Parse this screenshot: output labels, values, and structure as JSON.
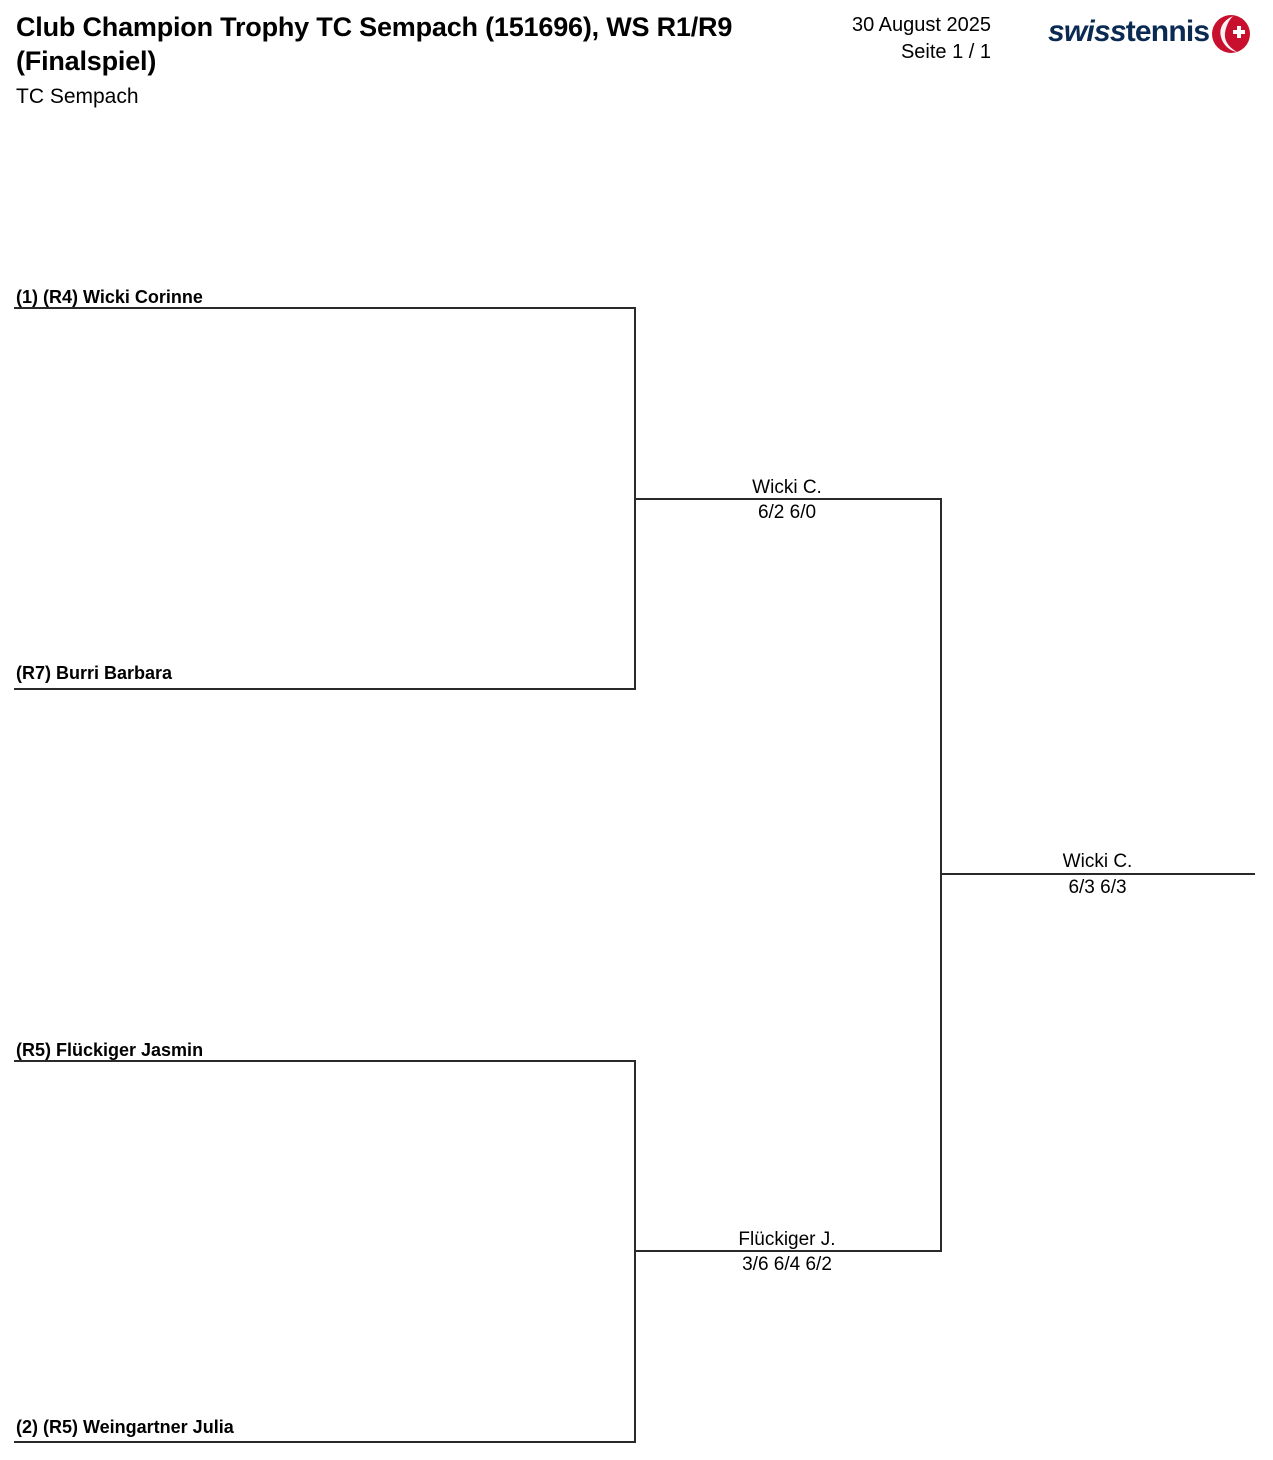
{
  "header": {
    "title": "Club Champion Trophy TC Sempach (151696), WS  R1/R9 (Finalspiel)",
    "club": "TC Sempach",
    "date": "30 August 2025",
    "page": "Seite 1 / 1"
  },
  "logo": {
    "word_italic": "swiss",
    "word_bold": "tennis",
    "mark_name": "swiss-tennis-cross-logo",
    "navy": "#0a2a52",
    "red": "#c8102e"
  },
  "bracket": {
    "round1": [
      {
        "label": "(1) (R4) Wicki Corinne"
      },
      {
        "label": "(R7) Burri Barbara"
      },
      {
        "label": "(R5) Flückiger Jasmin"
      },
      {
        "label": "(2) (R5) Weingartner Julia"
      }
    ],
    "round2": [
      {
        "winner": "Wicki C.",
        "score": "6/2 6/0"
      },
      {
        "winner": "Flückiger J.",
        "score": "3/6 6/4 6/2"
      }
    ],
    "final": [
      {
        "winner": "Wicki C.",
        "score": "6/3 6/3"
      }
    ]
  }
}
